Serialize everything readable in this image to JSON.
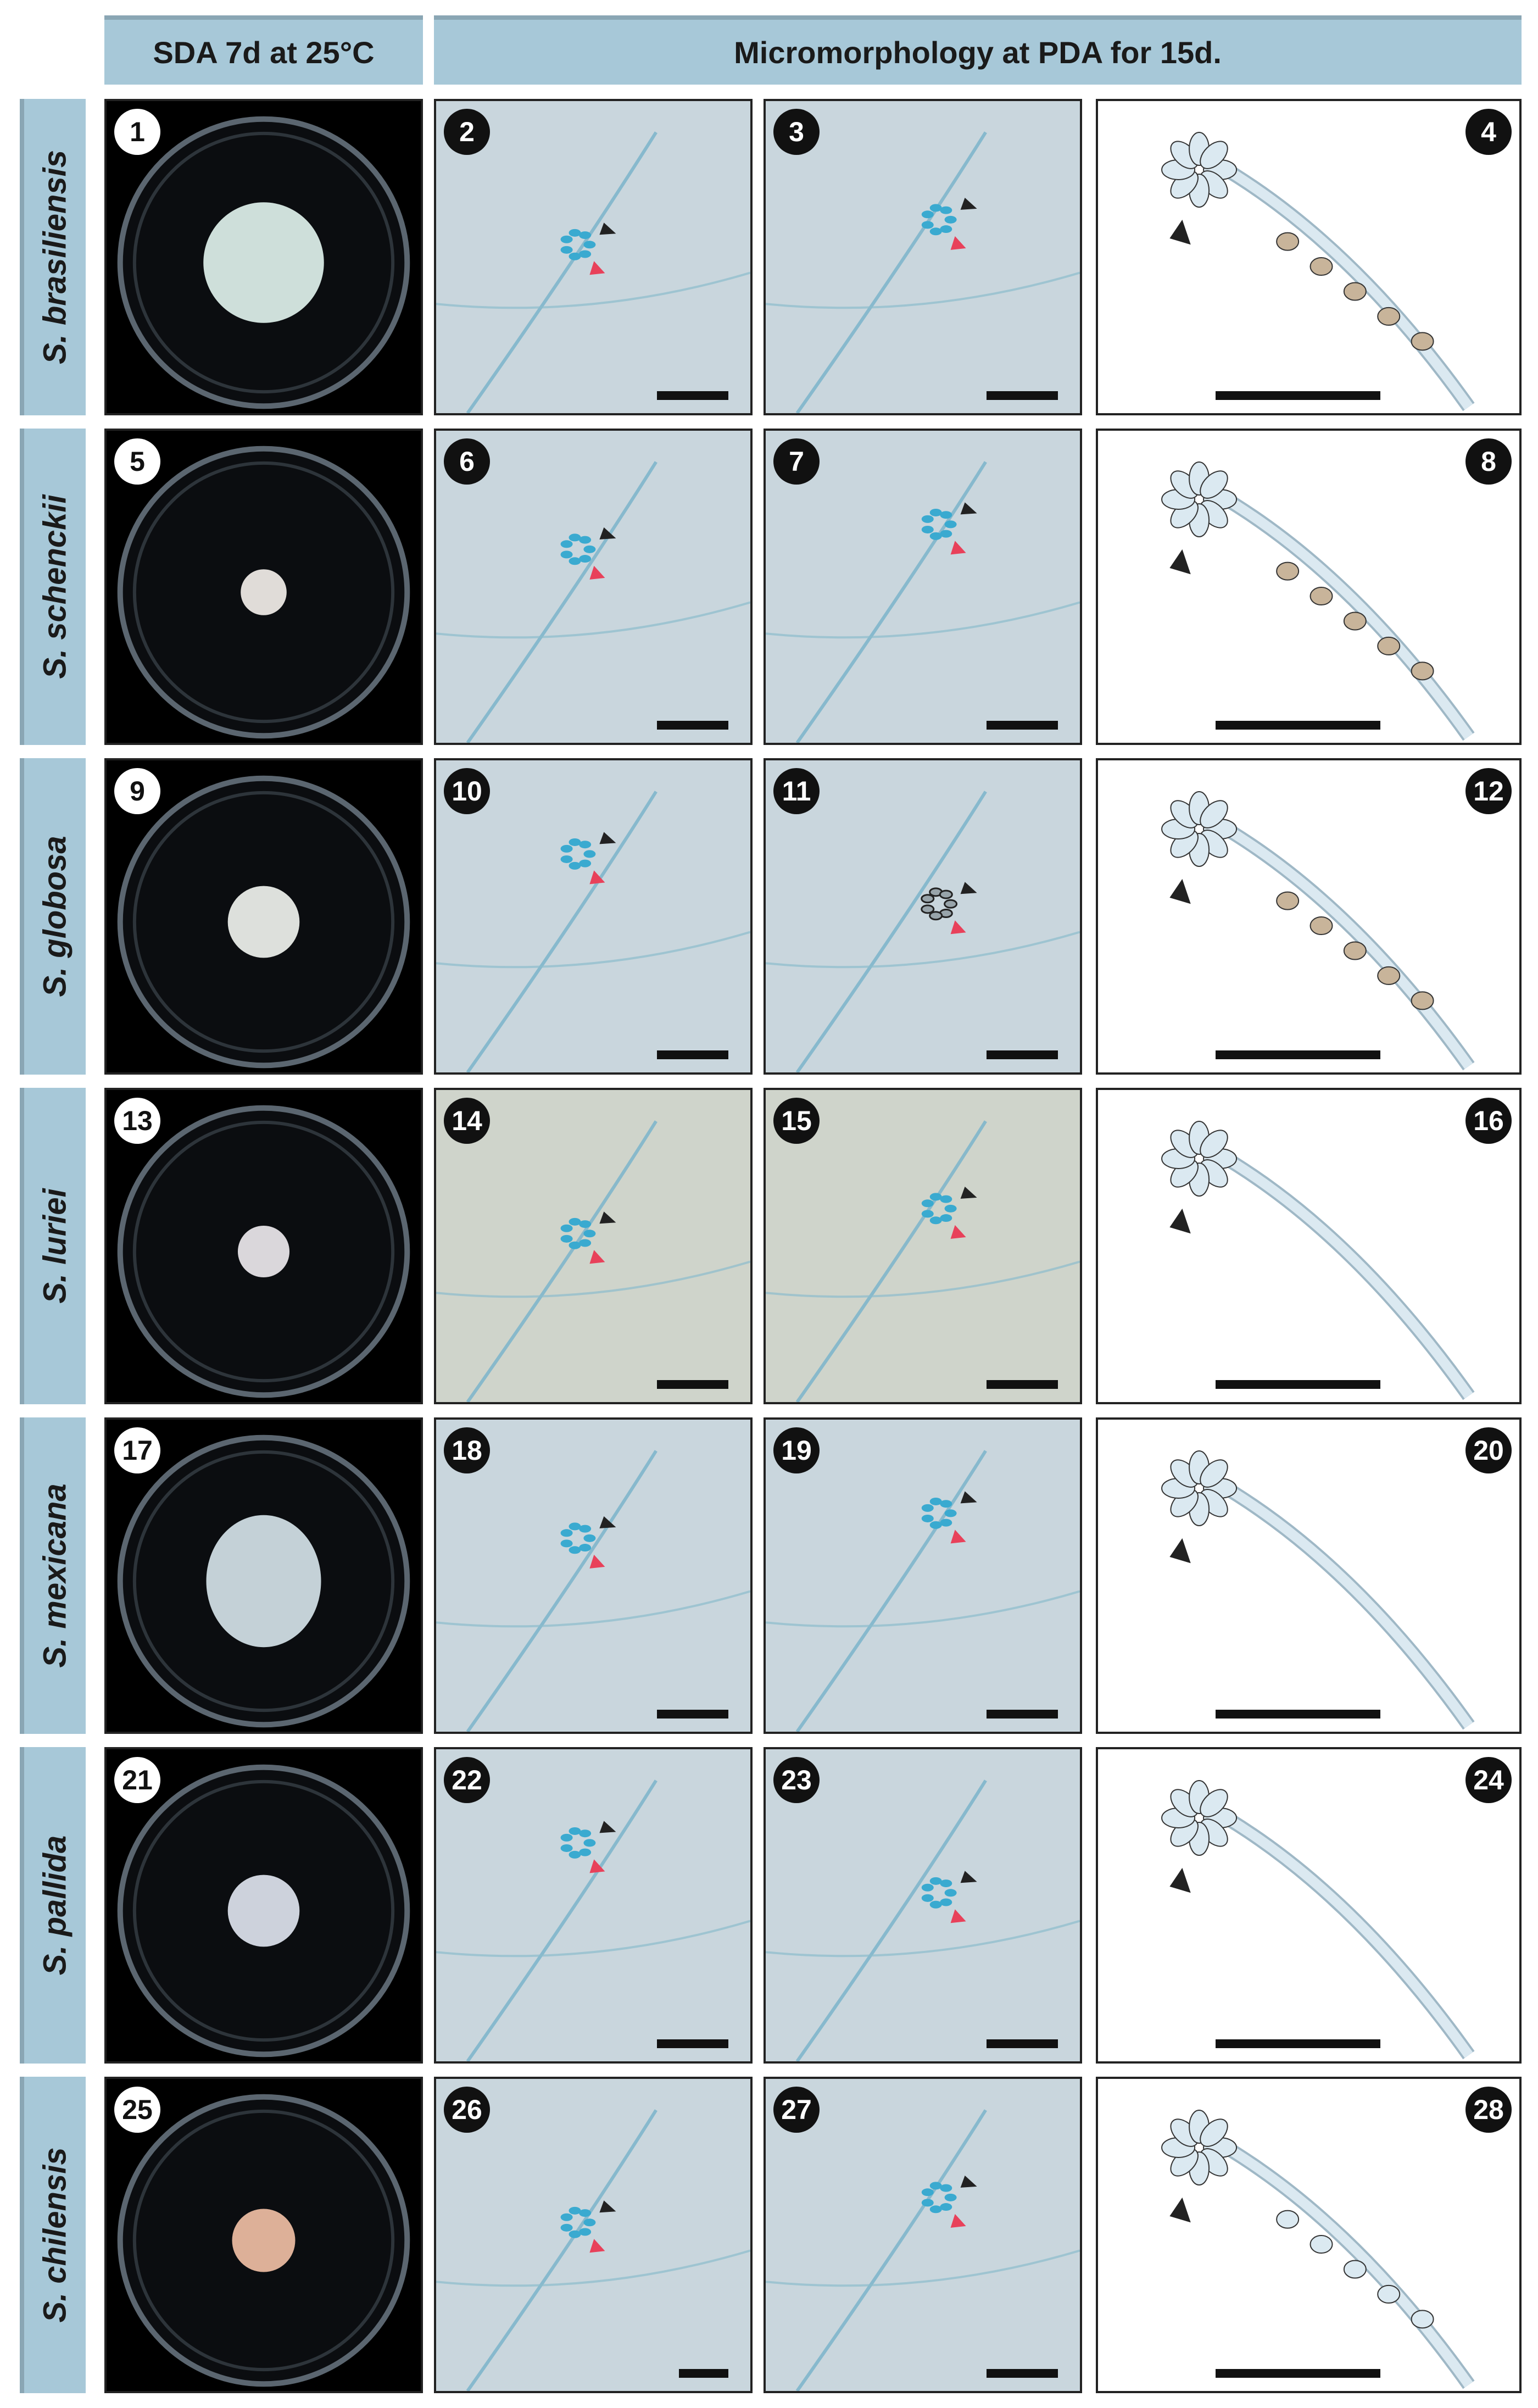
{
  "headers": {
    "col1": "SDA 7d at 25°C",
    "col2": "Micromorphology at PDA for 15d."
  },
  "rows": [
    {
      "species": "S. brasiliensis",
      "panels": [
        "1",
        "2",
        "3",
        "4"
      ]
    },
    {
      "species": "S. schenckii",
      "panels": [
        "5",
        "6",
        "7",
        "8"
      ]
    },
    {
      "species": "S. globosa",
      "panels": [
        "9",
        "10",
        "11",
        "12"
      ]
    },
    {
      "species": "S. luriei",
      "panels": [
        "13",
        "14",
        "15",
        "16"
      ]
    },
    {
      "species": "S. mexicana",
      "panels": [
        "17",
        "18",
        "19",
        "20"
      ]
    },
    {
      "species": "S. pallida",
      "panels": [
        "21",
        "22",
        "23",
        "24"
      ]
    },
    {
      "species": "S. chilensis",
      "panels": [
        "25",
        "26",
        "27",
        "28"
      ]
    }
  ],
  "colors": {
    "header_bg": "#a7c8d8",
    "stain_blue": "#3aaad0",
    "micro_bg": "#c9d6dd",
    "arrow_black": "#222222",
    "arrow_red": "#e8415a",
    "conidia_brown": "#c8b49a",
    "drawing_fill": "#dbe9f1"
  }
}
